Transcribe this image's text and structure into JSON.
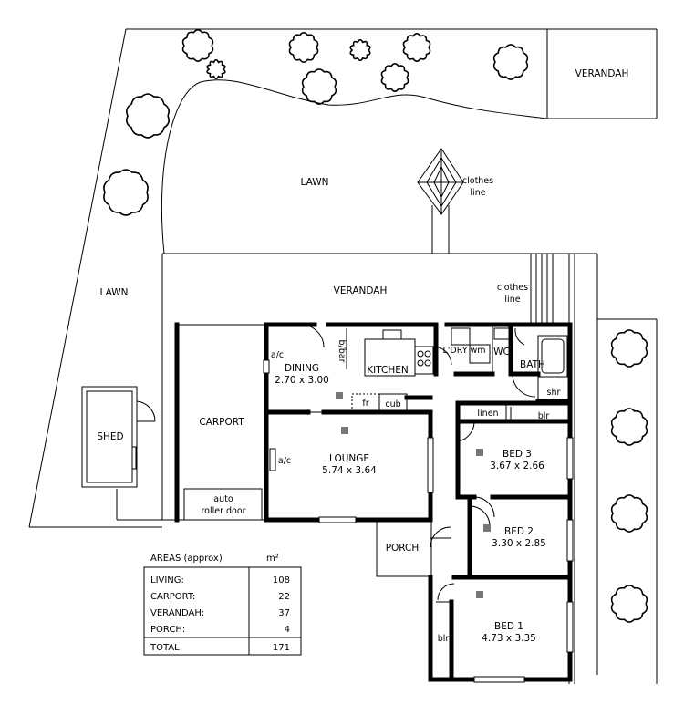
{
  "rooms": {
    "verandah_top": "VERANDAH",
    "lawn_top": "LAWN",
    "clothes_line_1": [
      "clothes",
      "line"
    ],
    "lawn_left": "LAWN",
    "verandah": "VERANDAH",
    "clothes_line_2": [
      "clothes",
      "line"
    ],
    "shed": "SHED",
    "carport": "CARPORT",
    "auto_roller_door": [
      "auto",
      "roller door"
    ],
    "dining": {
      "name": "DINING",
      "size": "2.70 x 3.00"
    },
    "ac_dining": "a/c",
    "bbar": "b/bar",
    "kitchen": "KITCHEN",
    "fr": "fr",
    "cub": "cub",
    "ldry": "L'DRY",
    "wm": "wm",
    "wc": "WC",
    "bath": "BATH",
    "shr": "shr",
    "linen": "linen",
    "blr_hall": "blr",
    "lounge": {
      "name": "LOUNGE",
      "size": "5.74 x 3.64"
    },
    "ac_lounge": "a/c",
    "bed3": {
      "name": "BED 3",
      "size": "3.67 x 2.66"
    },
    "bed2": {
      "name": "BED 2",
      "size": "3.30 x 2.85"
    },
    "bed1": {
      "name": "BED 1",
      "size": "4.73 x 3.35"
    },
    "porch": "PORCH",
    "blr_bed1": "blr"
  },
  "areas": {
    "title": "AREAS (approx)",
    "unit": "m²",
    "rows": [
      {
        "label": "LIVING:",
        "value": "108"
      },
      {
        "label": "CARPORT:",
        "value": "22"
      },
      {
        "label": "VERANDAH:",
        "value": "37"
      },
      {
        "label": "PORCH:",
        "value": "4"
      },
      {
        "label": "TOTAL",
        "value": "171"
      }
    ]
  }
}
